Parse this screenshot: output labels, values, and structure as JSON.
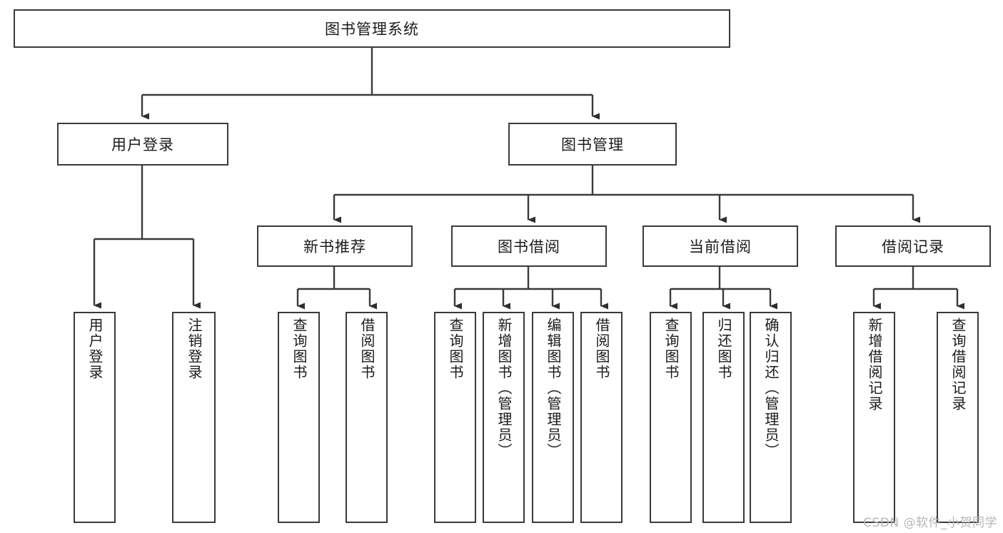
{
  "diagram": {
    "title": "图书管理系统",
    "type": "tree-structure-chart",
    "watermark": "CSDN @软件_小贺同学",
    "colors": {
      "box_border": "#3a3a3a",
      "box_fill": "#ffffff",
      "connector": "#3a3a3a",
      "text": "#1b1b1b",
      "watermark": "#b6b6b6",
      "background": "#ffffff"
    },
    "root": {
      "label": "图书管理系统"
    },
    "level1": [
      {
        "id": "user-login",
        "label": "用户登录"
      },
      {
        "id": "book-management",
        "label": "图书管理"
      }
    ],
    "level2": [
      {
        "id": "new-book-recommend",
        "label": "新书推荐",
        "parent": "book-management"
      },
      {
        "id": "book-borrow",
        "label": "图书借阅",
        "parent": "book-management"
      },
      {
        "id": "current-borrow",
        "label": "当前借阅",
        "parent": "book-management"
      },
      {
        "id": "borrow-record",
        "label": "借阅记录",
        "parent": "book-management"
      }
    ],
    "leaves": {
      "user-login": [
        {
          "id": "leaf-user-login",
          "label": "用户登录"
        },
        {
          "id": "leaf-user-logout",
          "label": "注销登录"
        }
      ],
      "new-book-recommend": [
        {
          "id": "leaf-query-book-1",
          "label": "查询图书"
        },
        {
          "id": "leaf-borrow-book-1",
          "label": "借阅图书"
        }
      ],
      "book-borrow": [
        {
          "id": "leaf-query-book-2",
          "label": "查询图书"
        },
        {
          "id": "leaf-add-book",
          "label": "新增图书（管理员）"
        },
        {
          "id": "leaf-edit-book",
          "label": "编辑图书（管理员）"
        },
        {
          "id": "leaf-borrow-book-2",
          "label": "借阅图书"
        }
      ],
      "current-borrow": [
        {
          "id": "leaf-query-book-3",
          "label": "查询图书"
        },
        {
          "id": "leaf-return-book",
          "label": "归还图书"
        },
        {
          "id": "leaf-confirm-return",
          "label": "确认归还（管理员）"
        }
      ],
      "borrow-record": [
        {
          "id": "leaf-add-record",
          "label": "新增借阅记录"
        },
        {
          "id": "leaf-query-record",
          "label": "查询借阅记录"
        }
      ]
    }
  }
}
